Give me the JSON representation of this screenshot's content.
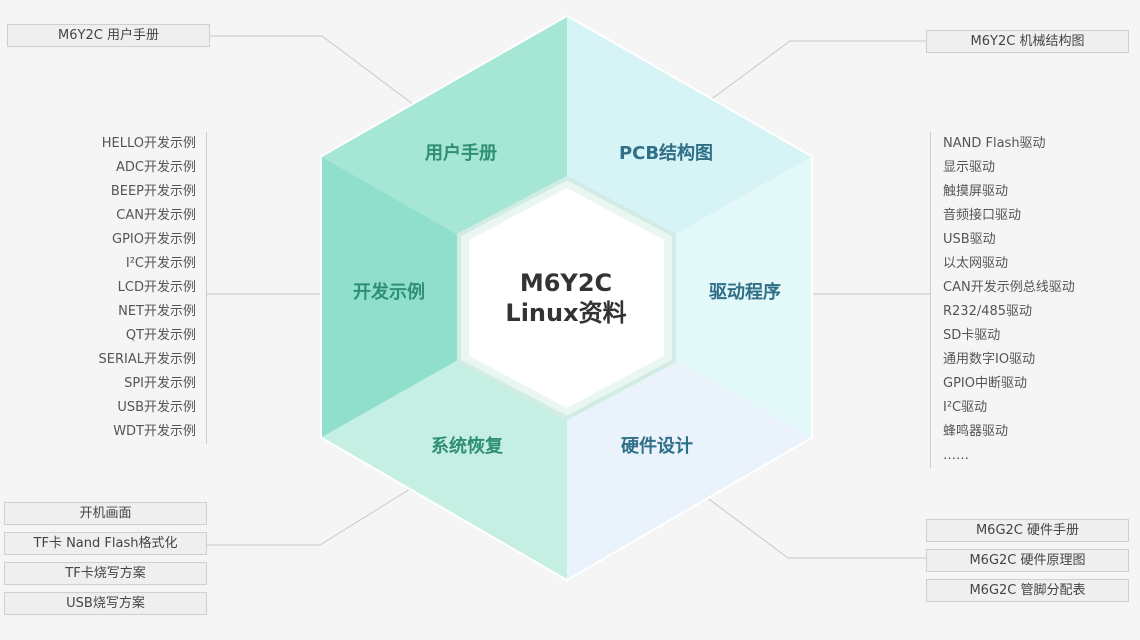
{
  "center": {
    "line1": "M6Y2C",
    "line2": "Linux资料"
  },
  "segments": {
    "manual": "用户手册",
    "pcb": "PCB结构图",
    "driver": "驱动程序",
    "hardware": "硬件设计",
    "recovery": "系统恢复",
    "examples": "开发示例"
  },
  "callouts": {
    "manual": "M6Y2C 用户手册",
    "pcb": "M6Y2C 机械结构图"
  },
  "examples_list": [
    "HELLO开发示例",
    "ADC开发示例",
    "BEEP开发示例",
    "CAN开发示例",
    "GPIO开发示例",
    "I²C开发示例",
    "LCD开发示例",
    "NET开发示例",
    "QT开发示例",
    "SERIAL开发示例",
    "SPI开发示例",
    "USB开发示例",
    "WDT开发示例"
  ],
  "driver_list": [
    "NAND Flash驱动",
    "显示驱动",
    "触摸屏驱动",
    "音频接口驱动",
    "USB驱动",
    "以太网驱动",
    "CAN开发示例总线驱动",
    "R232/485驱动",
    "SD卡驱动",
    "通用数字IO驱动",
    "GPIO中断驱动",
    "I²C驱动",
    "蜂鸣器驱动",
    "……"
  ],
  "recovery_list": [
    "开机画面",
    "TF卡 Nand Flash格式化",
    "TF卡烧写方案",
    "USB烧写方案"
  ],
  "hardware_list": [
    "M6G2C 硬件手册",
    "M6G2C 硬件原理图",
    "M6G2C 管脚分配表"
  ],
  "colors": {
    "teal_dark": "#2f8f74",
    "blue_dark": "#2f6f88",
    "manual_fill": "#a5e6d5",
    "examples_fill": "#8fdfcc",
    "recovery_fill": "#c6efe4",
    "pcb_fill": "#d6f3f6",
    "driver_fill": "#e3f8f9",
    "hardware_fill": "#eaf3fb"
  }
}
